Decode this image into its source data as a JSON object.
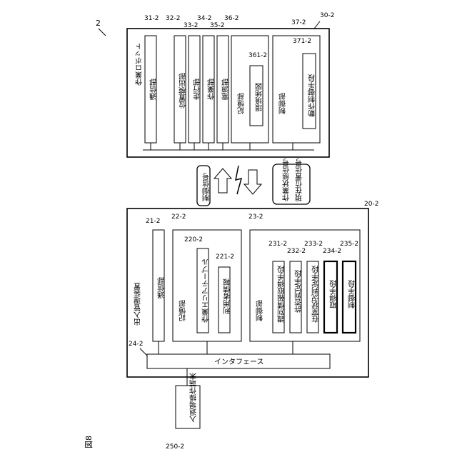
{
  "figure_label": "図8",
  "system_ref": "2",
  "robot": {
    "ref": "30-2",
    "title": "作業ロボット",
    "comm": {
      "ref": "31-2",
      "label": "通信部"
    },
    "position": {
      "ref": "32-2",
      "label": "位置検出部"
    },
    "travel": {
      "ref": "33-2",
      "label": "走行部"
    },
    "work": {
      "ref": "34-2",
      "label": "作業部"
    },
    "power": {
      "ref": "35-2",
      "label": "電源部"
    },
    "storage": {
      "ref": "36-2",
      "label": "記憶部",
      "map_ref": "361-2",
      "map_label": "環境地図"
    },
    "control": {
      "ref": "37-2",
      "label": "制御部",
      "motion_ref": "371-2",
      "motion_label": "動作制御手段"
    }
  },
  "signals": {
    "down_label": "制御信号",
    "up_label_1": "作業状態信号",
    "up_label_2": "現在位置信号"
  },
  "manager": {
    "ref": "20-2",
    "title": "出入管理装置",
    "comm": {
      "ref": "21-2",
      "label": "通信部"
    },
    "storage": {
      "ref": "22-2",
      "label": "記憶部",
      "table_ref": "220-2",
      "table_label": "作業エリアテーブル",
      "user_ref": "221-2",
      "user_label": "利用者情報"
    },
    "control": {
      "ref": "23-2",
      "label": "制御部",
      "m1_ref": "231-2",
      "m1_label": "識別情報取得手段",
      "m2_ref": "232-2",
      "m2_label": "許否判定手段",
      "m3_ref": "233-2",
      "m3_label": "在室状況判定手段",
      "m4_ref": "234-2",
      "m4_label": "取得手段",
      "m5_ref": "235-2",
      "m5_label": "制御手段"
    },
    "interface": {
      "ref": "24-2",
      "label": "インタフェース"
    }
  },
  "terminal": {
    "ref": "250-2",
    "label": "入退場操作端末"
  }
}
